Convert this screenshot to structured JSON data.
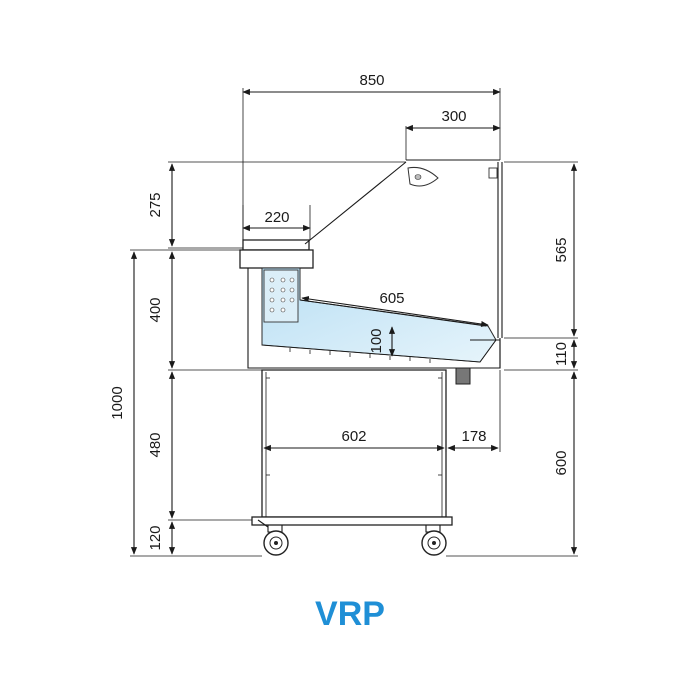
{
  "model_label": "VRP",
  "colors": {
    "model_label": "#1f8fd6",
    "ice_tray": "#cfe9f7",
    "line": "#1a1a1a"
  },
  "dimensions": {
    "total_depth": "850",
    "canopy_depth": "300",
    "rear_shelf_depth": "220",
    "tray_length": "605",
    "tray_height": "100",
    "front_height": "565",
    "base_step": "110",
    "glass_top_height": "275",
    "tank_height": "400",
    "total_height": "1000",
    "cabinet_height": "480",
    "wheel_height": "120",
    "cabinet_width": "602",
    "front_overhang": "178",
    "front_lower_height": "600"
  }
}
